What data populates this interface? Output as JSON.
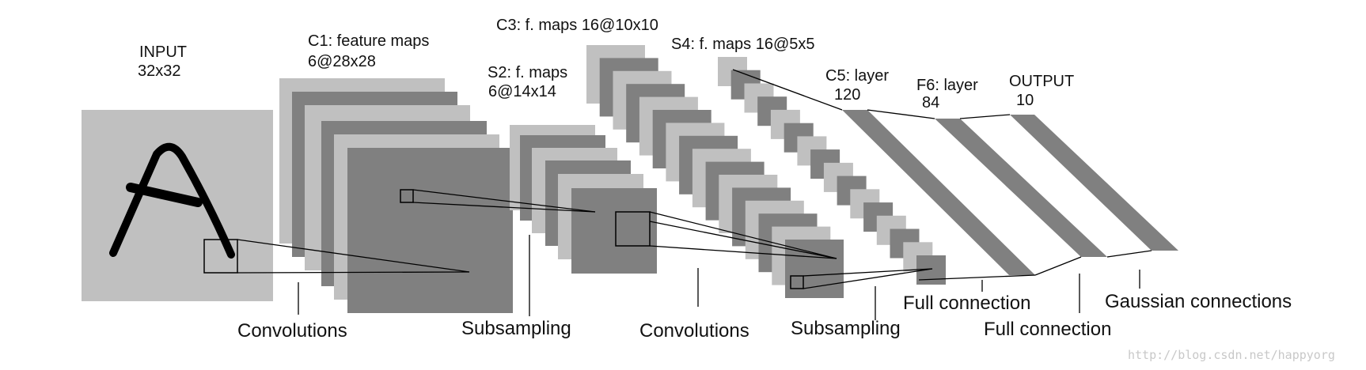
{
  "colors": {
    "light": "#c0c0c0",
    "dark": "#808080",
    "line": "#000000",
    "text": "#111111",
    "watermark": "#c8c8c8"
  },
  "layers": [
    {
      "id": "input",
      "line1": "INPUT",
      "line2": "32x32"
    },
    {
      "id": "c1",
      "line1": "C1: feature maps",
      "line2": "6@28x28"
    },
    {
      "id": "s2",
      "line1": "S2: f. maps",
      "line2": "6@14x14"
    },
    {
      "id": "c3",
      "line1": "C3: f. maps 16@10x10",
      "line2": ""
    },
    {
      "id": "s4",
      "line1": "S4: f. maps 16@5x5",
      "line2": ""
    },
    {
      "id": "c5",
      "line1": "C5: layer",
      "line2": "120"
    },
    {
      "id": "f6",
      "line1": "F6: layer",
      "line2": "84"
    },
    {
      "id": "output",
      "line1": "OUTPUT",
      "line2": "10"
    }
  ],
  "operations": [
    {
      "id": "conv1",
      "label": "Convolutions"
    },
    {
      "id": "sub1",
      "label": "Subsampling"
    },
    {
      "id": "conv2",
      "label": "Convolutions"
    },
    {
      "id": "sub2",
      "label": "Subsampling"
    },
    {
      "id": "full1",
      "label": "Full connection"
    },
    {
      "id": "full2",
      "label": "Full connection"
    },
    {
      "id": "gauss",
      "label": "Gaussian connections"
    }
  ],
  "watermark": "http://blog.csdn.net/happyorg"
}
